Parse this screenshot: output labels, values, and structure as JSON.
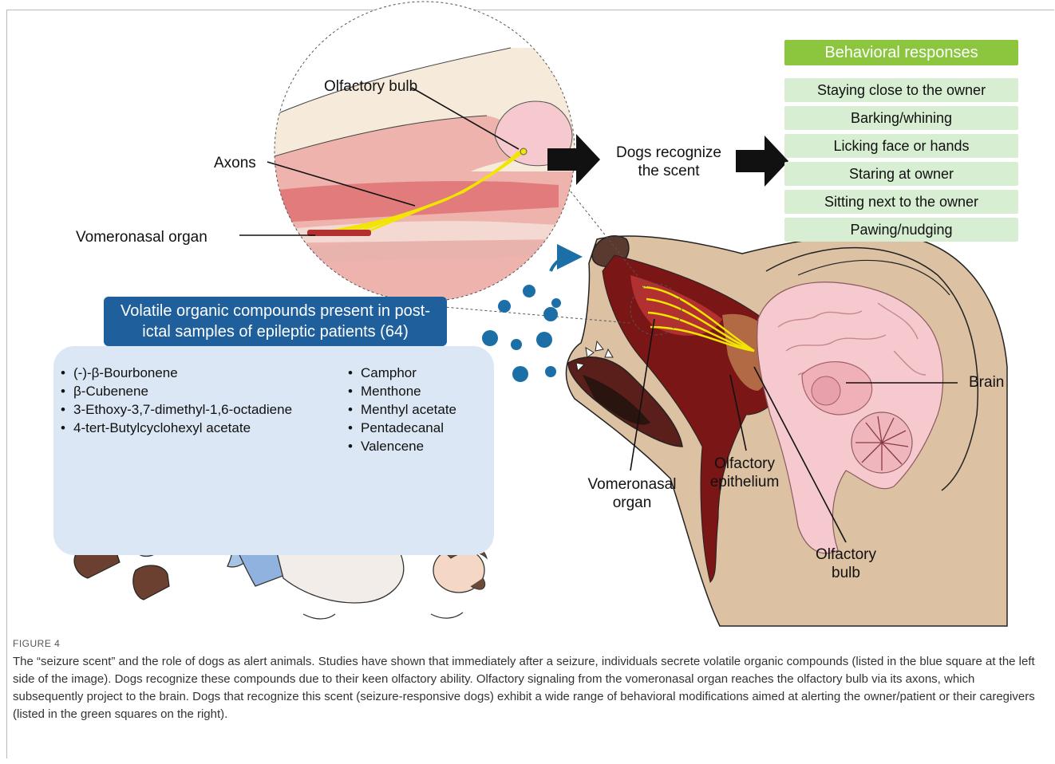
{
  "figure": {
    "label": "FIGURE 4",
    "caption": "The “seizure scent” and the role of dogs as alert animals. Studies have shown that immediately after a seizure, individuals secrete volatile organic compounds (listed in the blue square at the left side of the image). Dogs recognize these compounds due to their keen olfactory ability. Olfactory signaling from the vomeronasal organ reaches the olfactory bulb via its axons, which subsequently project to the brain. Dogs that recognize this scent (seizure-responsive dogs) exhibit a wide range of behavioral modifications aimed at alerting the owner/patient or their caregivers (listed in the green squares on the right)."
  },
  "magnifier": {
    "olfactory_bulb": "Olfactory bulb",
    "axons": "Axons",
    "vomeronasal_organ": "Vomeronasal organ"
  },
  "recognize": {
    "line1": "Dogs recognize",
    "line2": "the scent"
  },
  "behavior": {
    "title": "Behavioral responses",
    "items": [
      "Staying close to the owner",
      "Barking/whining",
      "Licking face or hands",
      "Staring at owner",
      "Sitting next to the owner",
      "Pawing/nudging"
    ]
  },
  "voc": {
    "title_line1": "Volatile organic compounds present in post-",
    "title_line2": "ictal samples of epileptic patients (64)",
    "left_compounds": [
      "(-)-β-Bourbonene",
      "β-Cubenene",
      "3-Ethoxy-3,7-dimethyl-1,6-octadiene",
      "4-tert-Butylcyclohexyl acetate"
    ],
    "right_compounds": [
      "Camphor",
      "Menthone",
      "Menthyl  acetate",
      "Pentadecanal",
      "Valencene"
    ]
  },
  "dog_labels": {
    "brain": "Brain",
    "vomeronasal_1": "Vomeronasal",
    "vomeronasal_2": "organ",
    "epithelium_1": "Olfactory",
    "epithelium_2": "epithelium",
    "bulb_1": "Olfactory",
    "bulb_2": "bulb"
  },
  "colors": {
    "behavior_title": "#8cc63f",
    "behavior_item": "#d7eed2",
    "voc_title": "#1f5f9c",
    "voc_box": "#dbe7f4",
    "dog_fur": "#dcc1a3",
    "brain": "#f6c9cf",
    "nasal_cavity": "#7a1616",
    "axon": "#f2e600",
    "droplet": "#1b6fa6"
  }
}
